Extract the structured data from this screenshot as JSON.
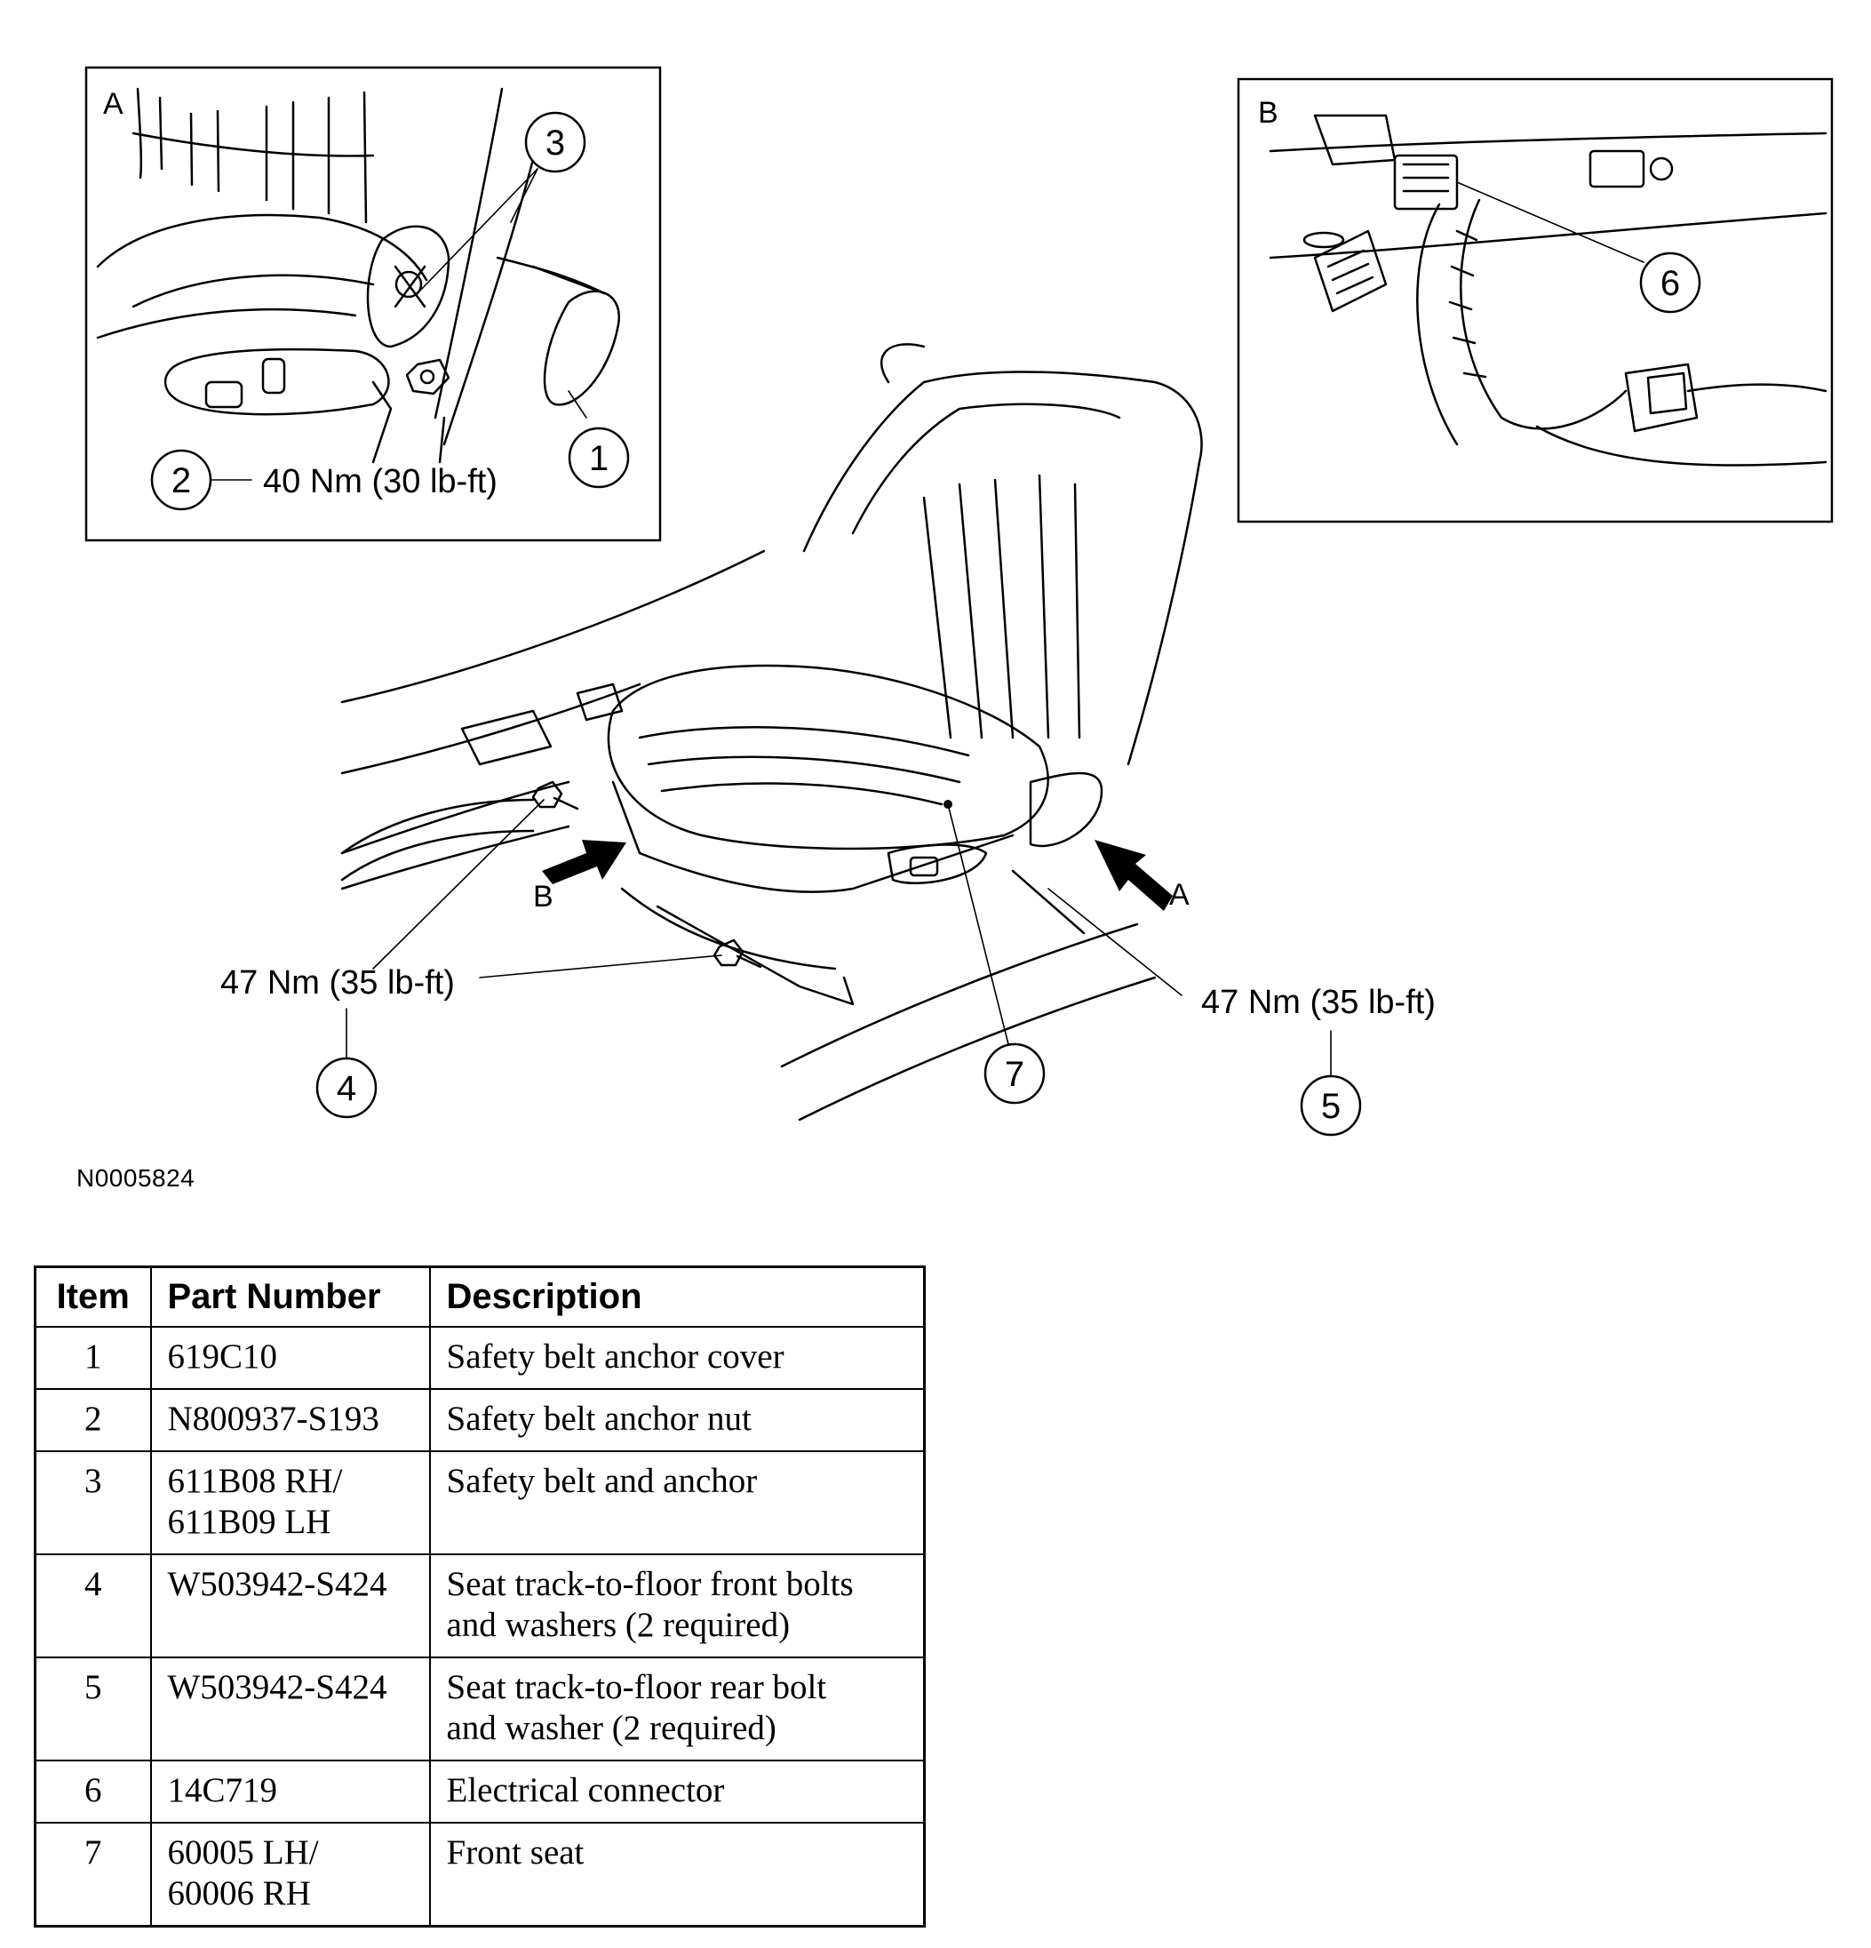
{
  "figure_id": "N0005824",
  "views": {
    "inset_a_letter": "A",
    "inset_b_letter": "B",
    "arrow_a_letter": "A",
    "arrow_b_letter": "B"
  },
  "callouts": {
    "c1": "1",
    "c2": "2",
    "c3": "3",
    "c4": "4",
    "c5": "5",
    "c6": "6",
    "c7": "7"
  },
  "torques": {
    "item2": "40 Nm (30 lb-ft)",
    "item4": "47 Nm (35 lb-ft)",
    "item5": "47 Nm (35 lb-ft)"
  },
  "table": {
    "headers": [
      "Item",
      "Part Number",
      "Description"
    ],
    "rows": [
      {
        "item": "1",
        "part_lines": [
          "619C10"
        ],
        "desc_lines": [
          "Safety belt anchor cover"
        ]
      },
      {
        "item": "2",
        "part_lines": [
          "N800937-S193"
        ],
        "desc_lines": [
          "Safety belt anchor nut"
        ]
      },
      {
        "item": "3",
        "part_lines": [
          "611B08 RH/",
          "611B09 LH"
        ],
        "desc_lines": [
          "Safety belt and anchor"
        ]
      },
      {
        "item": "4",
        "part_lines": [
          "W503942-S424"
        ],
        "desc_lines": [
          "Seat track-to-floor front bolts",
          "and washers (2 required)"
        ]
      },
      {
        "item": "5",
        "part_lines": [
          "W503942-S424"
        ],
        "desc_lines": [
          "Seat track-to-floor rear bolt",
          "and washer (2 required)"
        ]
      },
      {
        "item": "6",
        "part_lines": [
          "14C719"
        ],
        "desc_lines": [
          "Electrical connector"
        ]
      },
      {
        "item": "7",
        "part_lines": [
          "60005 LH/",
          "60006 RH"
        ],
        "desc_lines": [
          "Front seat"
        ]
      }
    ]
  }
}
